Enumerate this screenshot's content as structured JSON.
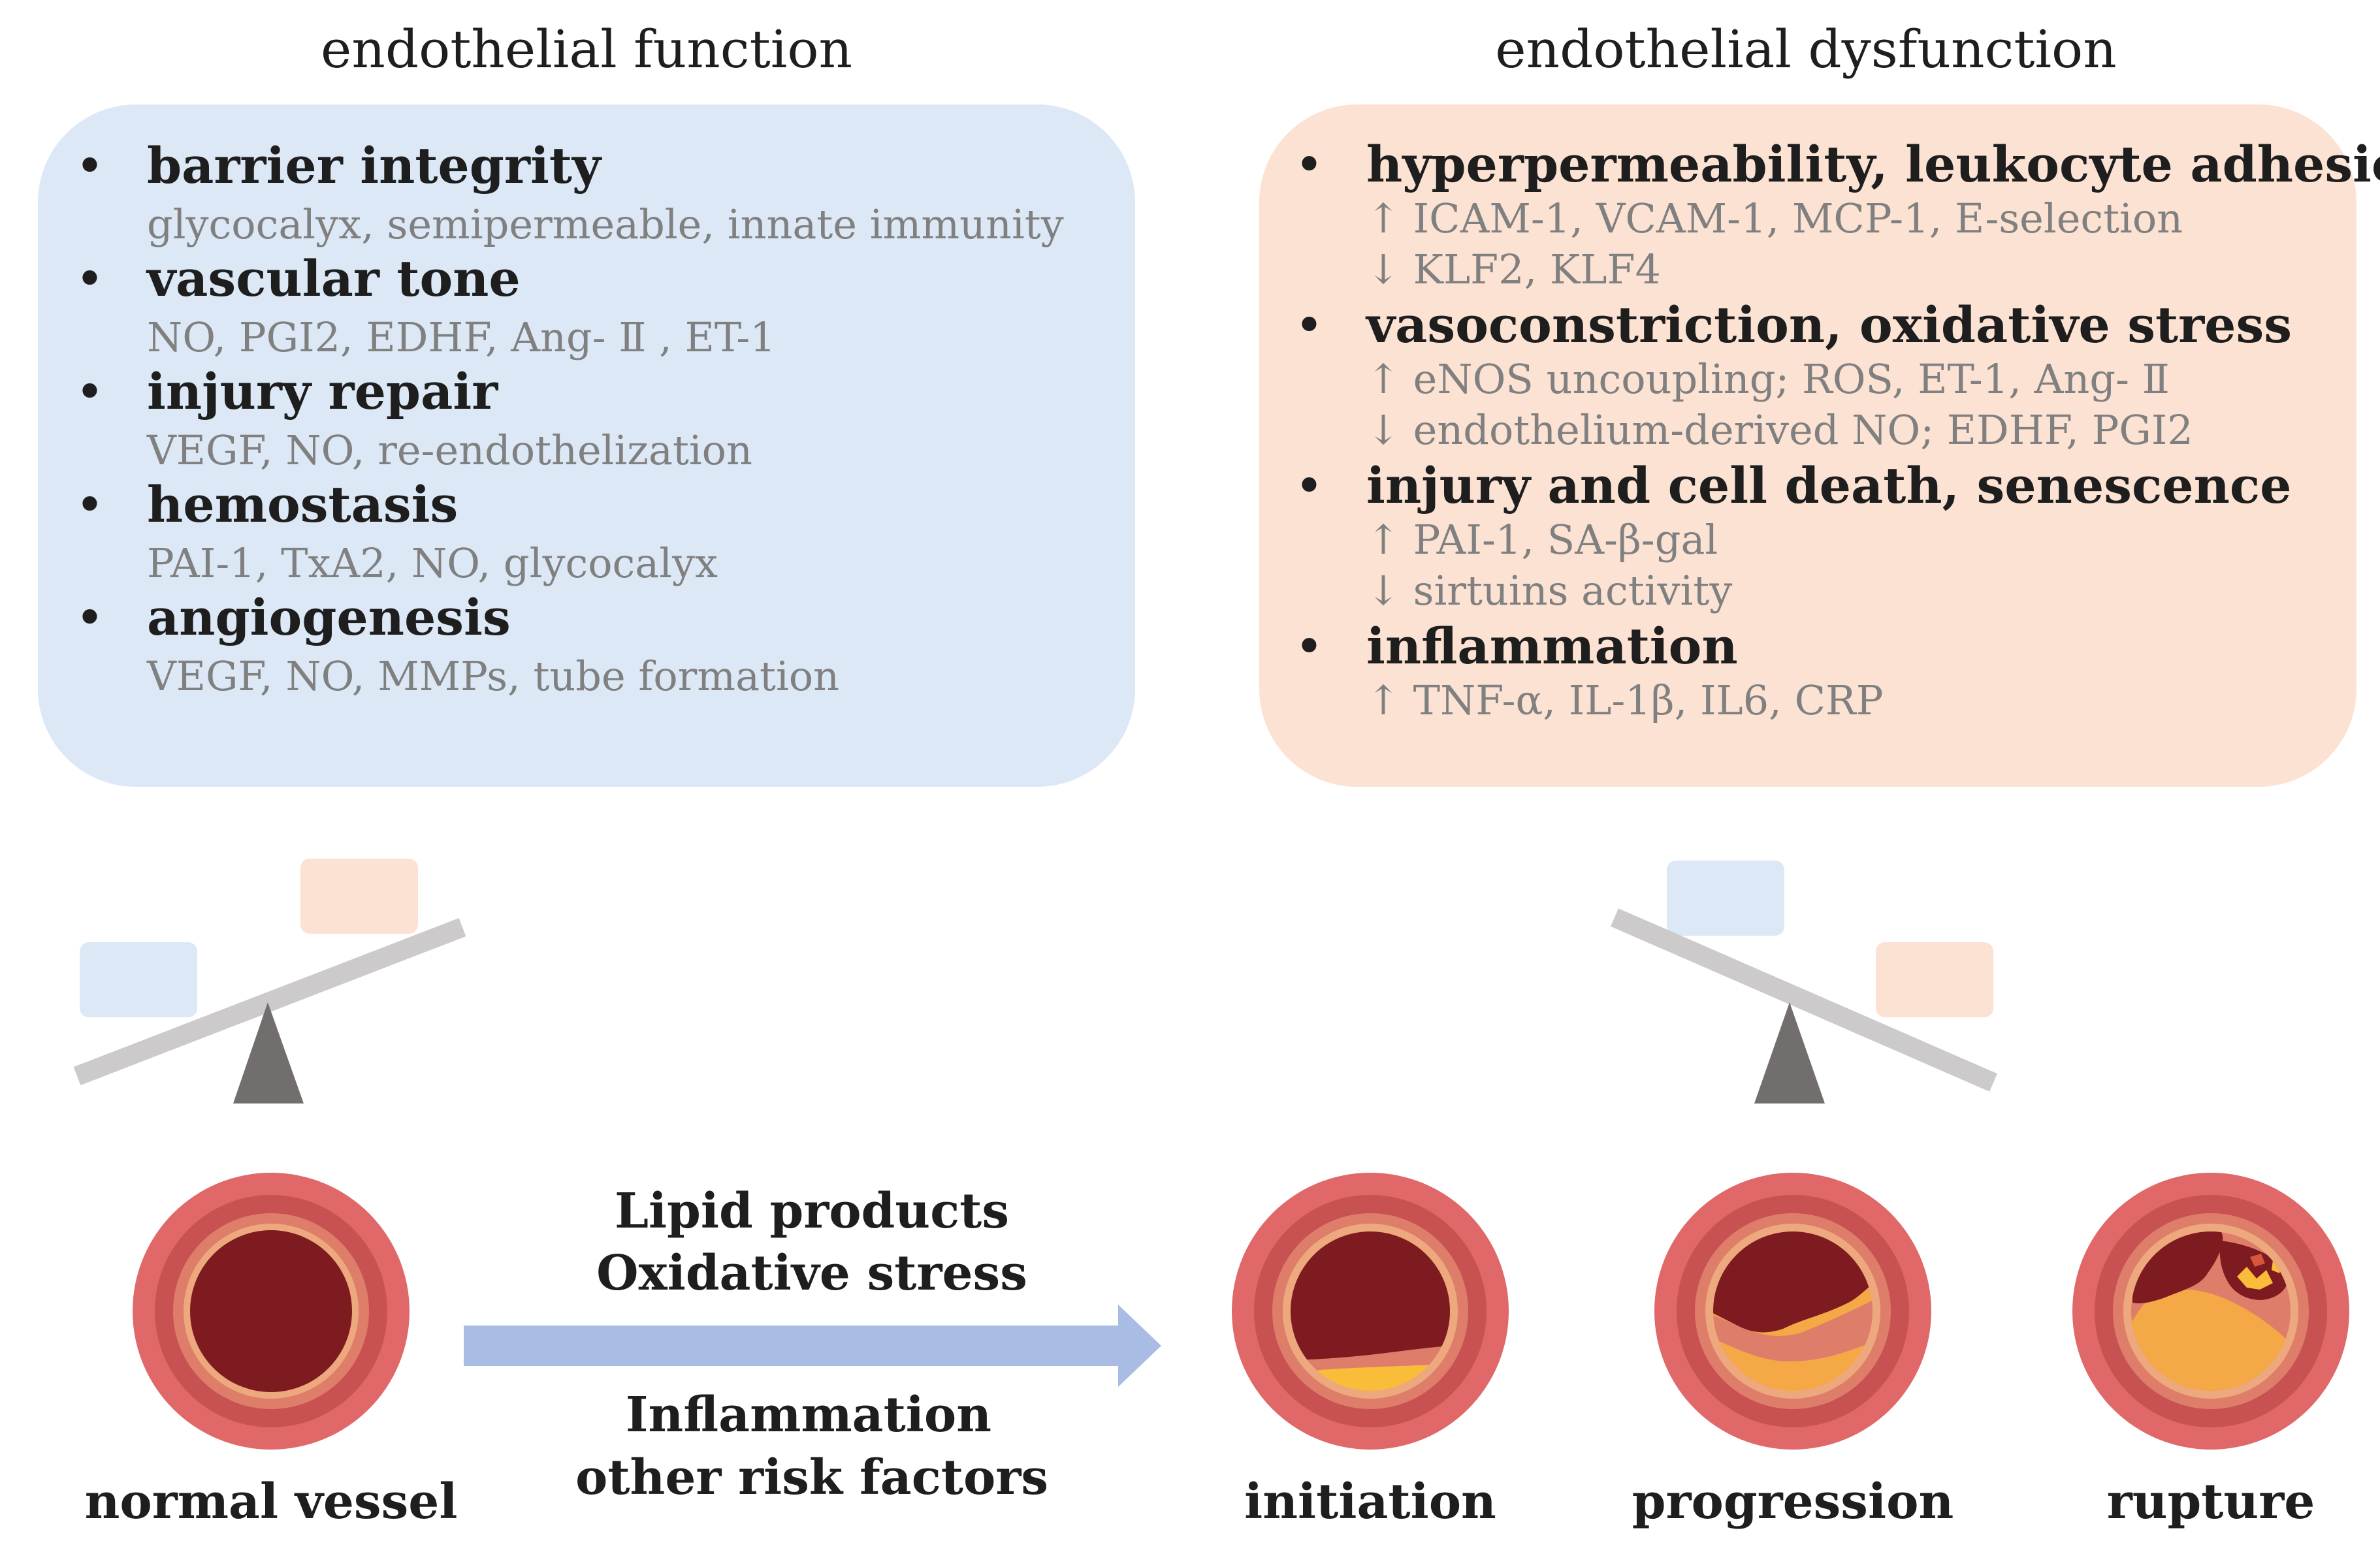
{
  "panels": {
    "function": {
      "title": "endothelial function",
      "items": [
        {
          "heading": "barrier integrity",
          "details": [
            "glycocalyx, semipermeable, innate immunity"
          ]
        },
        {
          "heading": "vascular tone",
          "details": [
            "NO, PGI2, EDHF, Ang- Ⅱ , ET-1"
          ]
        },
        {
          "heading": "injury repair",
          "details": [
            "VEGF, NO, re-endothelization"
          ]
        },
        {
          "heading": "hemostasis",
          "details": [
            "PAI-1, TxA2, NO, glycocalyx"
          ]
        },
        {
          "heading": "angiogenesis",
          "details": [
            "VEGF, NO, MMPs, tube formation"
          ]
        }
      ]
    },
    "dysfunction": {
      "title": "endothelial dysfunction",
      "items": [
        {
          "heading": "hyperpermeability, leukocyte adhesion",
          "details": [
            "↑ ICAM-1, VCAM-1, MCP-1, E-selection",
            "↓ KLF2, KLF4"
          ]
        },
        {
          "heading": "vasoconstriction, oxidative stress",
          "details": [
            "↑ eNOS uncoupling; ROS, ET-1, Ang- Ⅱ",
            "↓ endothelium-derived NO; EDHF, PGI2"
          ]
        },
        {
          "heading": "injury and cell death, senescence",
          "details": [
            "↑ PAI-1, SA-β-gal",
            "↓ sirtuins activity"
          ]
        },
        {
          "heading": "inflammation",
          "details": [
            "↑ TNF-α, IL-1β, IL6, CRP"
          ]
        }
      ]
    }
  },
  "bullet": "•",
  "arrow_labels": {
    "above": [
      "Lipid products",
      "Oxidative stress"
    ],
    "below": [
      "Inflammation",
      "other risk factors"
    ]
  },
  "vessels": [
    {
      "label": "normal vessel",
      "stage": "normal"
    },
    {
      "label": "initiation",
      "stage": "initiation"
    },
    {
      "label": "progression",
      "stage": "progression"
    },
    {
      "label": "rupture",
      "stage": "rupture"
    }
  ],
  "colors": {
    "function_panel": "#dce8f5",
    "dysfunction_panel": "#fbe2d3",
    "heading_text": "#1e1e1e",
    "detail_text": "#808080",
    "beam": "#cccaca",
    "fulcrum": "#736e6e",
    "arrow": "#a9bde4",
    "vessel_outer": "#e06868",
    "vessel_mid": "#c85252",
    "vessel_inner_ring": "#de7e6a",
    "vessel_lining": "#eea87e",
    "lumen": "#7d1b20",
    "plaque": "#f4a846",
    "plaque_light": "#f9bd3a",
    "plaque_core": "#d8573c"
  }
}
